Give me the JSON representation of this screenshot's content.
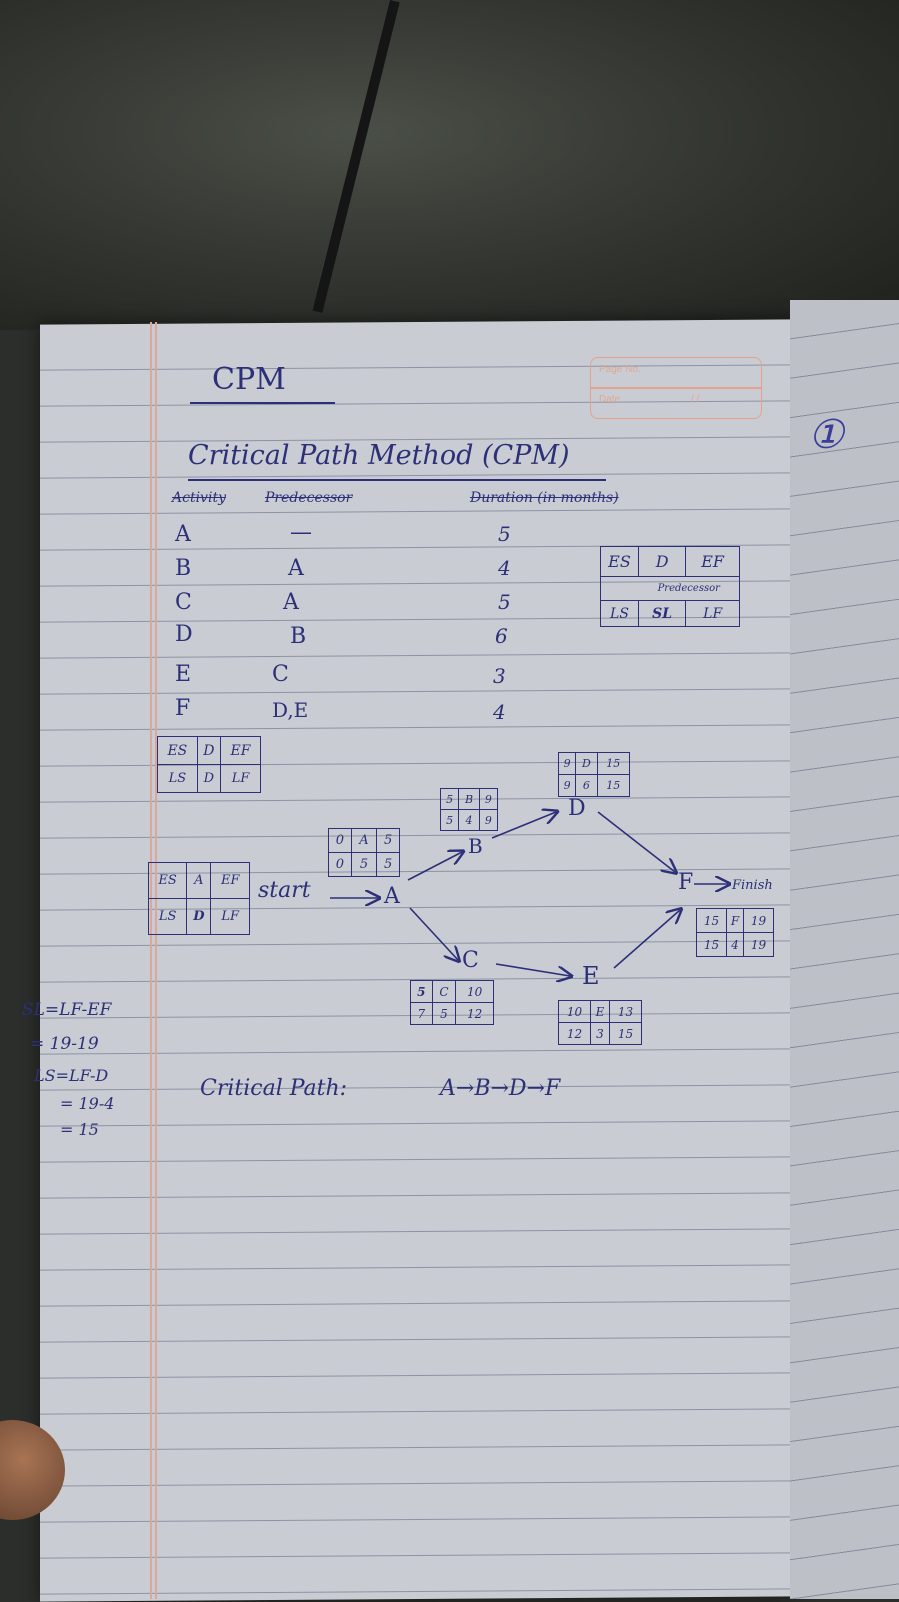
{
  "heading": "CPM",
  "page_box": {
    "page_no_label": "Page No.",
    "date_label": "Date",
    "date_marks": "/  /"
  },
  "page_number": "①",
  "subtitle": "Critical Path Method (CPM)",
  "table": {
    "headers": {
      "activity": "Activity",
      "predecessor": "Predecessor",
      "duration": "Duration (in months)"
    },
    "rows": [
      {
        "activity": "A",
        "predecessor": "—",
        "duration": "5"
      },
      {
        "activity": "B",
        "predecessor": "A",
        "duration": "4"
      },
      {
        "activity": "C",
        "predecessor": "A",
        "duration": "5"
      },
      {
        "activity": "D",
        "predecessor": "B",
        "duration": "6"
      },
      {
        "activity": "E",
        "predecessor": "C",
        "duration": "3"
      },
      {
        "activity": "F",
        "predecessor": "D,E",
        "duration": "4"
      }
    ]
  },
  "legend_right": {
    "es": "ES",
    "d": "D",
    "ef": "EF",
    "pred": "Predecessor",
    "ls": "LS",
    "sl": "SL",
    "lf": "LF"
  },
  "legend_left": {
    "es": "ES",
    "d": "D",
    "ef": "EF",
    "ls": "LS",
    "d2": "D",
    "lf": "LF"
  },
  "start_legend": {
    "es": "ES",
    "a": "A",
    "ef": "EF",
    "ls": "LS",
    "d": "D",
    "lf": "LF"
  },
  "start_label": "start",
  "nodes": {
    "A": {
      "label": "A",
      "top": [
        "0",
        "A",
        "5"
      ],
      "bottom": [
        "0",
        "5",
        "5"
      ]
    },
    "B": {
      "label": "B",
      "top": [
        "5",
        "B",
        "9"
      ],
      "bottom": [
        "5",
        "4",
        "9"
      ]
    },
    "C": {
      "label": "C",
      "top": [
        "5",
        "C",
        "10"
      ],
      "bottom": [
        "7",
        "5",
        "12"
      ]
    },
    "D": {
      "label": "D",
      "top": [
        "9",
        "D",
        "15"
      ],
      "bottom": [
        "9",
        "6",
        "15"
      ]
    },
    "E": {
      "label": "E",
      "top": [
        "10",
        "E",
        "13"
      ],
      "bottom": [
        "12",
        "3",
        "15"
      ]
    },
    "F": {
      "label": "F",
      "top": [
        "15",
        "F",
        "19"
      ],
      "bottom": [
        "15",
        "4",
        "19"
      ]
    }
  },
  "finish_label": "Finish",
  "side_calc": [
    "SL=LF-EF",
    "= 19-19",
    "LS=LF-D",
    "= 19-4",
    "= 15"
  ],
  "critical_path_label": "Critical Path:",
  "critical_path_value": "A→B→D→F"
}
